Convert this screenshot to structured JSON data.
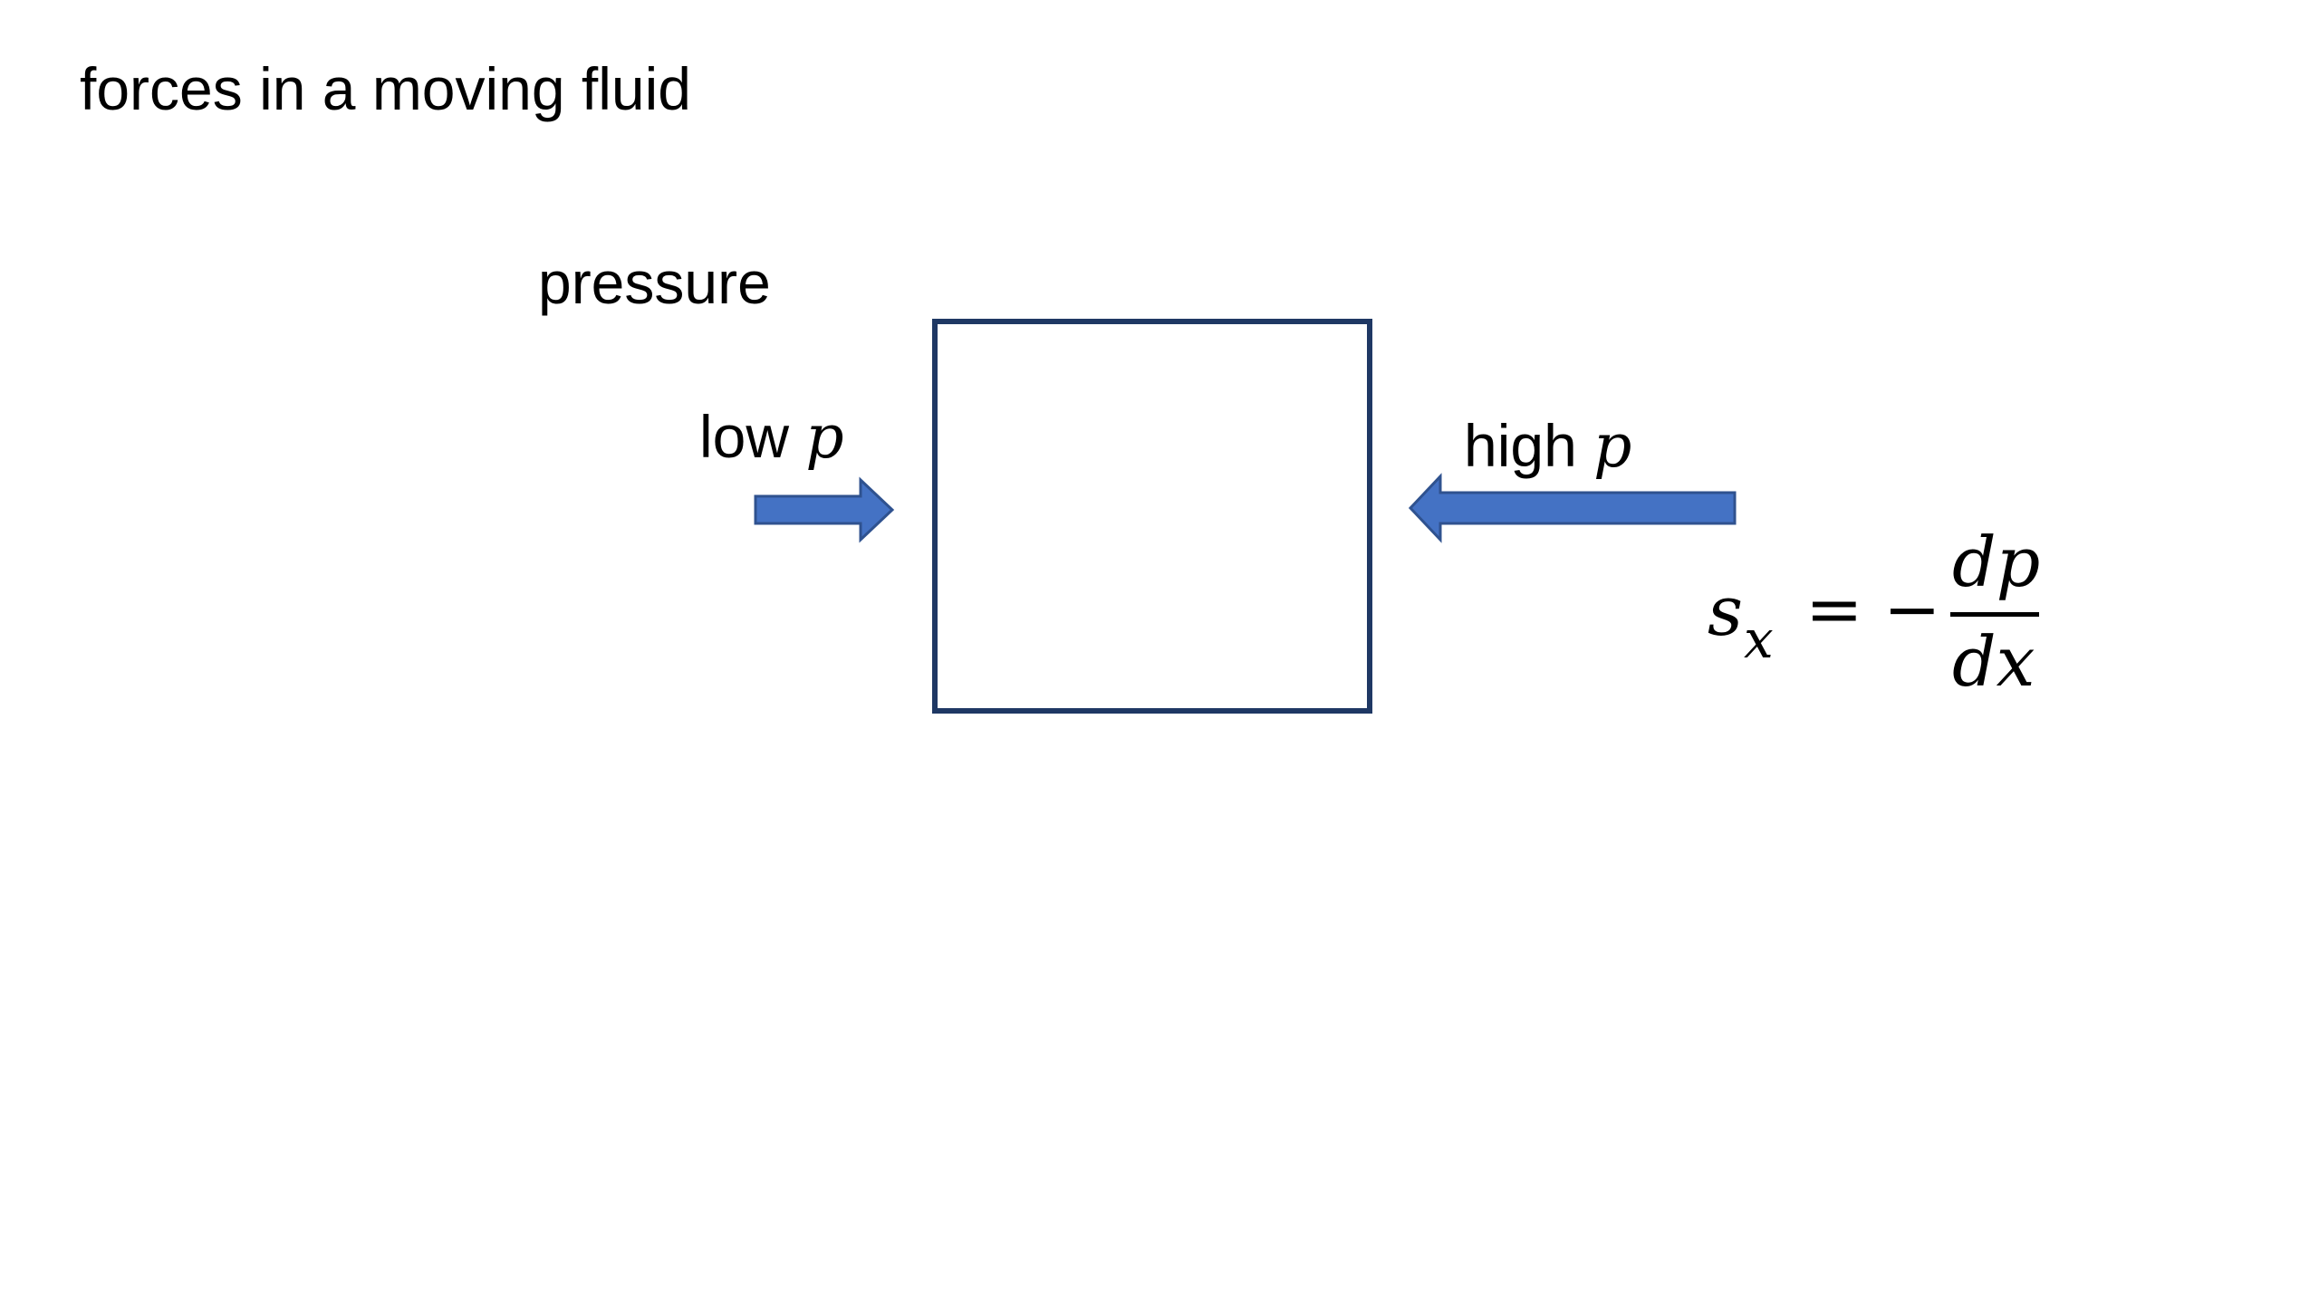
{
  "slide": {
    "title": "forces in a moving fluid",
    "pressure_label": "pressure",
    "low_label": "low ",
    "high_label": "high ",
    "variable_p": "p"
  },
  "equation": {
    "lhs": "s",
    "lhs_subscript": "x",
    "equals": "=",
    "minus": "−",
    "numerator": "dp",
    "denominator": "dx"
  },
  "colors": {
    "arrow_fill": "#4472c4",
    "arrow_stroke": "#2f528f",
    "box_border": "#1f3864"
  }
}
